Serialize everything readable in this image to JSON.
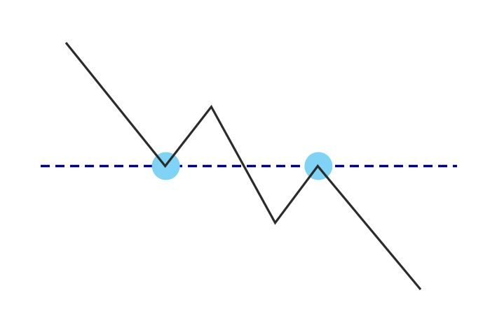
{
  "chart_data": {
    "type": "line",
    "title": "",
    "xlabel": "",
    "ylabel": "",
    "x": [
      0,
      28,
      41,
      59,
      71,
      100
    ],
    "values": [
      100,
      50,
      74,
      27,
      50,
      0
    ],
    "xlim": [
      0,
      100
    ],
    "ylim": [
      0,
      100
    ],
    "reference_level": 50,
    "highlighted_indices": [
      1,
      4
    ],
    "grid": false
  },
  "colors": {
    "line": "#2b2b2b",
    "reference_line": "#00008b",
    "highlight": "#7fd3f5",
    "background": "#ffffff"
  }
}
